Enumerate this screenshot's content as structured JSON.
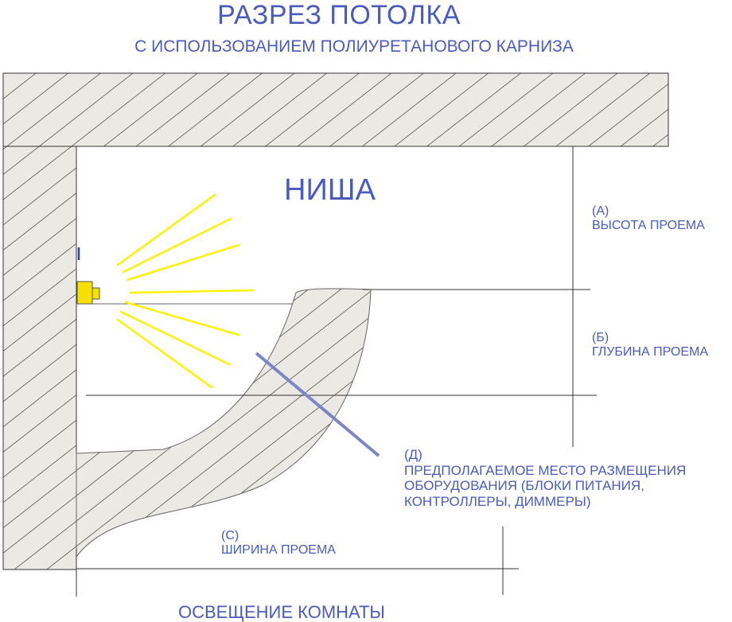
{
  "title": "РАЗРЕЗ ПОТОЛКА",
  "subtitle": "С ИСПОЛЬЗОВАНИЕМ ПОЛИУРЕТАНОВОГО КАРНИЗА",
  "niche_label": "НИША",
  "labels": {
    "a_code": "(А)",
    "a_text": "ВЫСОТА ПРОЕМА",
    "b_code": "(Б)",
    "b_text": "ГЛУБИНА ПРОЕМА",
    "d_code": "(Д)",
    "d_line1": "ПРЕДПОЛАГАЕМОЕ МЕСТО РАЗМЕЩЕНИЯ",
    "d_line2": "ОБОРУДОВАНИЯ (БЛОКИ ПИТАНИЯ,",
    "d_line3": "КОНТРОЛЛЕРЫ, ДИММЕРЫ)",
    "c_code": "(С)",
    "c_text": "ШИРИНА ПРОЕМА"
  },
  "bottom_caption": "ОСВЕЩЕНИЕ КОМНАТЫ",
  "colors": {
    "text": "#4a5bbf",
    "hatch_fill": "#ebe9e4",
    "hatch_line": "#222222",
    "light_rays": "#fff200",
    "lamp": "#f6e000",
    "pointer": "#7b86c9"
  }
}
